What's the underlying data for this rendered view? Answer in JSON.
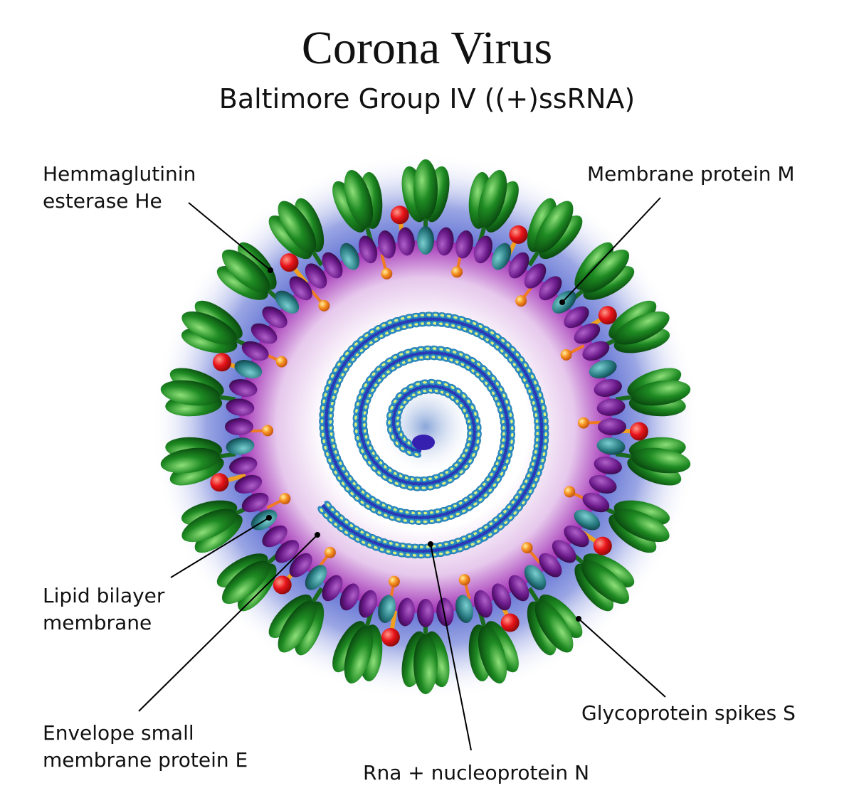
{
  "header": {
    "title": "Corona Virus",
    "subtitle": "Baltimore Group IV ((+)ssRNA)"
  },
  "labels": {
    "he": [
      "Hemmaglutinin",
      "esterase He"
    ],
    "m": [
      "Membrane protein M"
    ],
    "lipid": [
      "Lipid bilayer",
      "membrane"
    ],
    "e": [
      "Envelope small",
      "membrane protein E"
    ],
    "rna": [
      "Rna + nucleoprotein N"
    ],
    "spikes": [
      "Glycoprotein spikes S"
    ]
  },
  "colors": {
    "spike": "#1e8a22",
    "membrane_bead": "#6a1a8a",
    "m_protein": "#2a7e84",
    "he_ball": "#e8141a",
    "e_protein": "#f59020",
    "rna": "#2a3ab8",
    "nucleoprotein": "#2d8fc8",
    "glow": "#3a4ec8"
  }
}
